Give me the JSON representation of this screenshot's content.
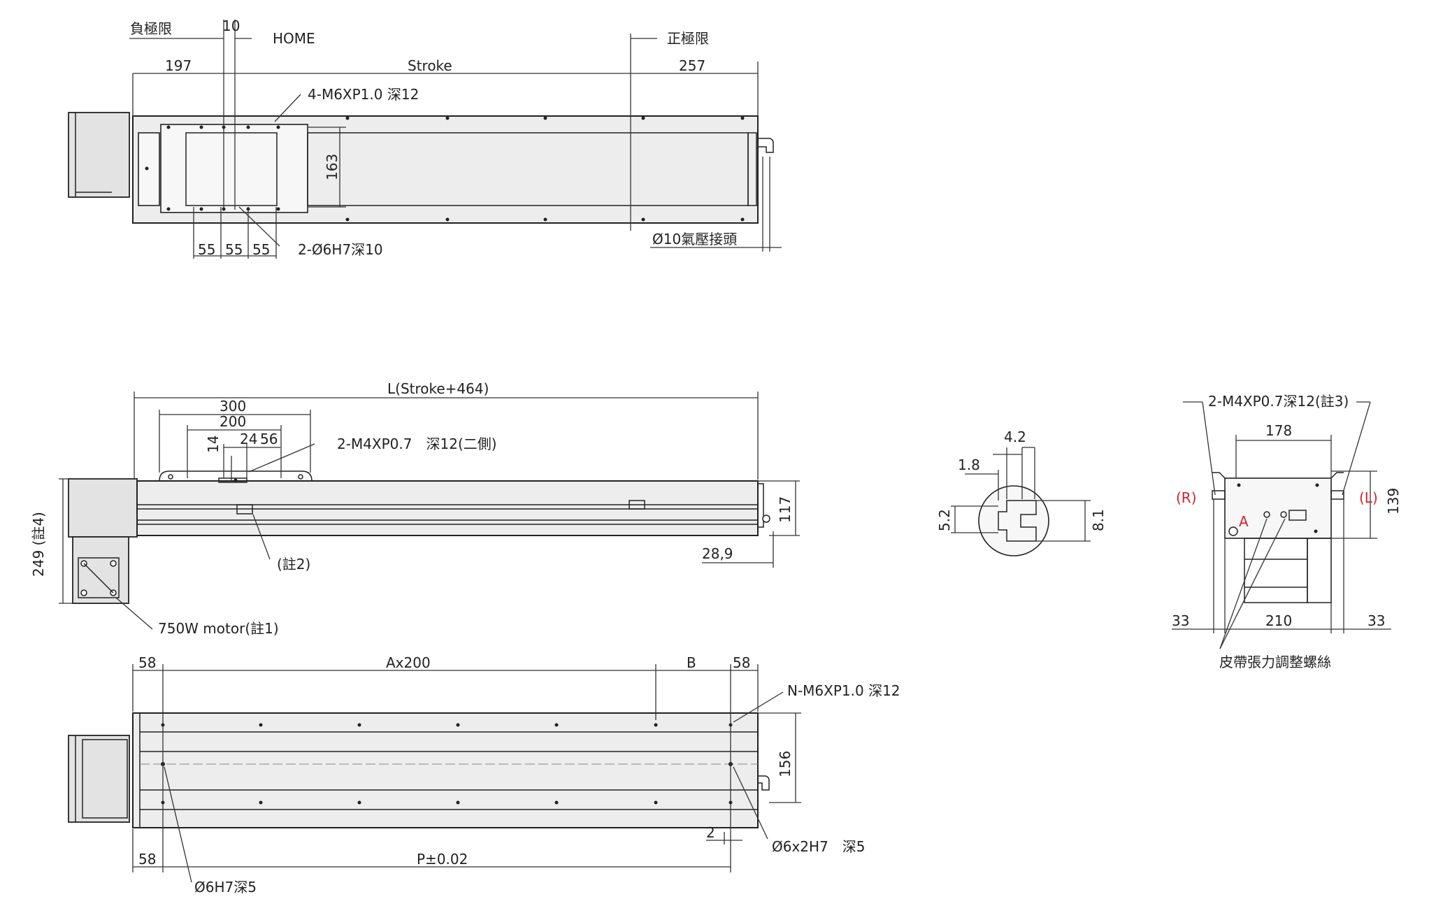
{
  "colors": {
    "line": "#222222",
    "body_fill": "#ededed",
    "note_red": "#d2232a"
  },
  "top_view": {
    "neg_limit": "負極限",
    "home_offset": "10",
    "home": "HOME",
    "pos_limit": "正極限",
    "left_len": "197",
    "stroke": "Stroke",
    "right_len": "257",
    "slider_tap": "4-M6XP1.0 深12",
    "slider_width": "163",
    "pitch_a": "55",
    "pitch_b": "55",
    "pitch_c": "55",
    "dowel": "2-Ø6H7深10",
    "air_fitting": "Ø10氣壓接頭"
  },
  "side_view": {
    "total_length": "L(Stroke+464)",
    "len_300": "300",
    "len_200": "200",
    "dim_24": "24",
    "dim_56": "56",
    "dim_14": "14",
    "side_tap": "2-M4XP0.7　深12(二側)",
    "note2": "(註2)",
    "height_total": "249 (註4)",
    "height_body": "117",
    "dim_289": "28,9",
    "motor": "750W motor(註1)"
  },
  "slot_detail": {
    "dim_42": "4.2",
    "dim_18": "1.8",
    "dim_52": "5.2",
    "dim_81": "8.1"
  },
  "end_view": {
    "tap": "2-M4XP0.7深12(註3)",
    "width_top": "178",
    "height": "139",
    "right_tag": "(L)",
    "left_tag": "(R)",
    "mark_a": "A",
    "side_33a": "33",
    "width_bottom": "210",
    "side_33b": "33",
    "belt_screw": "皮帶張力調整螺絲"
  },
  "bottom_view": {
    "left_58": "58",
    "pitch": "Ax200",
    "b": "B",
    "right_58": "58",
    "tap": "N-M6XP1.0 深12",
    "width": "156",
    "dim_2": "2",
    "dowel_r": "Ø6x2H7　深5",
    "bottom_58": "58",
    "p": "P±0.02",
    "dowel_l": "Ø6H7深5"
  }
}
